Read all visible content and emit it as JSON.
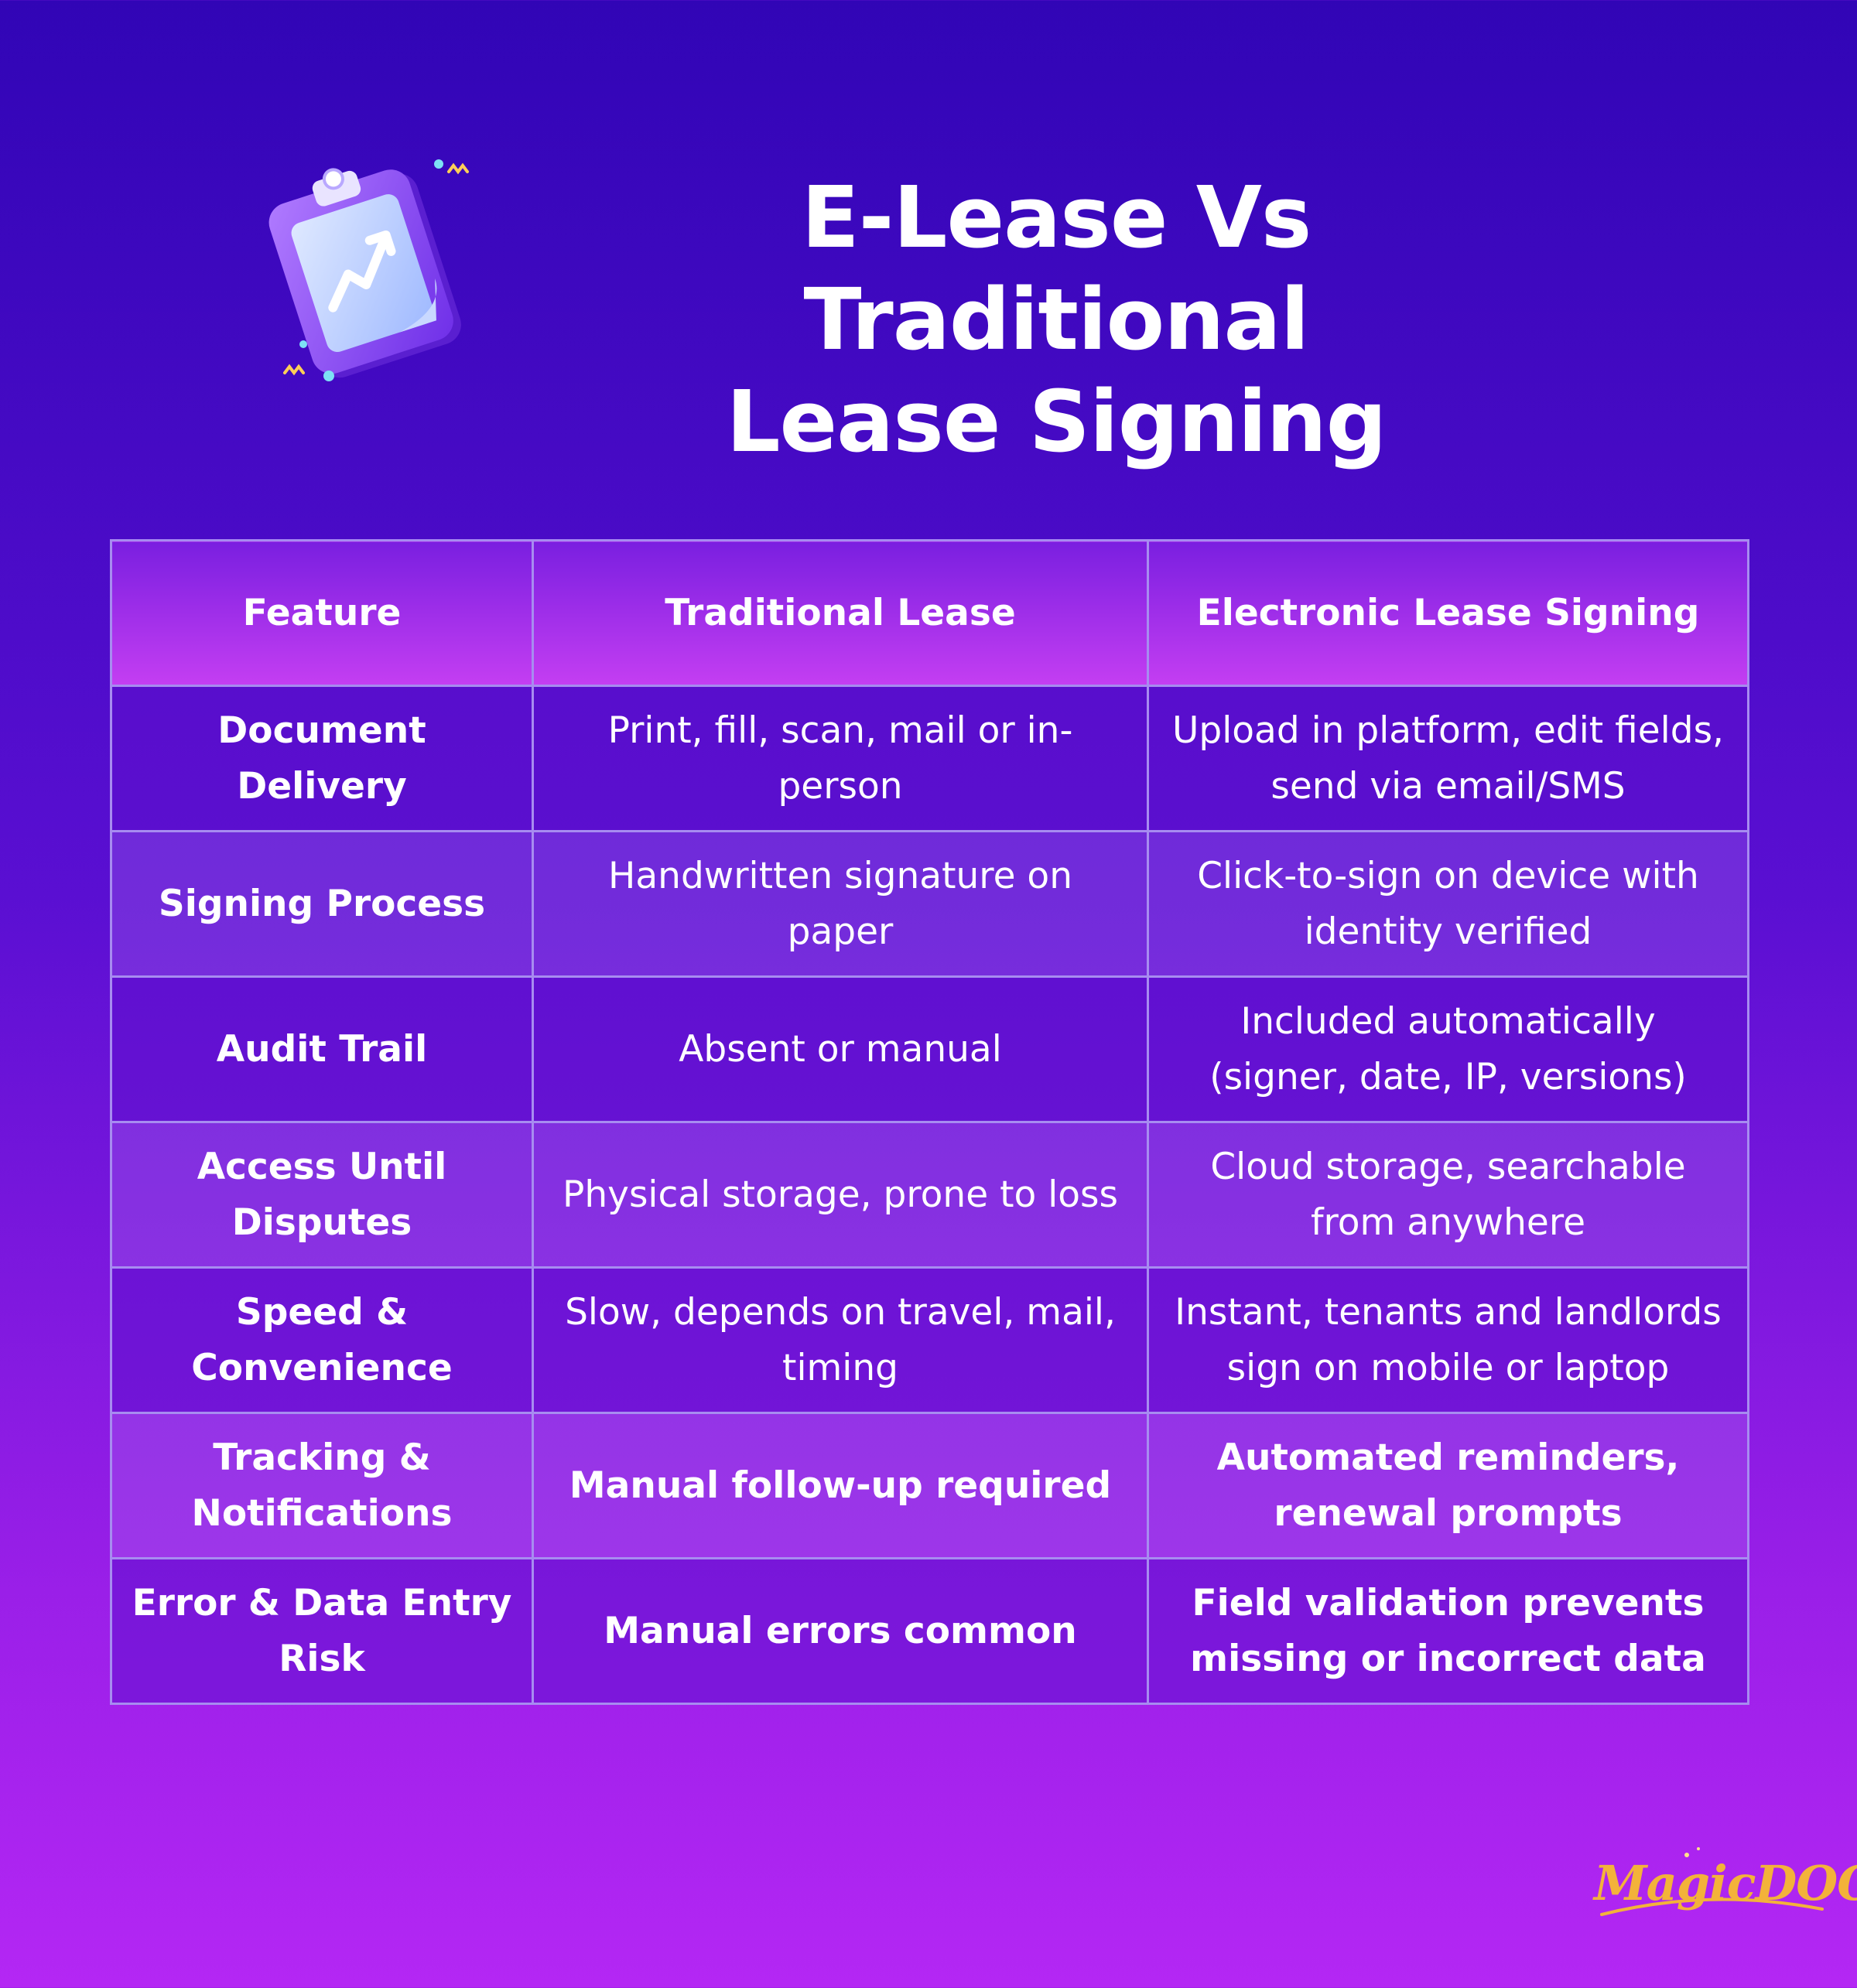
{
  "title": {
    "line1": "E-Lease Vs Traditional",
    "line2": "Lease Signing"
  },
  "icons": {
    "clipboard": "clipboard-chart-icon",
    "sparkles": "sparkle-icon"
  },
  "table": {
    "headers": [
      "Feature",
      "Traditional Lease",
      "Electronic Lease Signing"
    ],
    "rows": [
      {
        "feature": "Document Delivery",
        "traditional": "Print, fill, scan, mail or in-person",
        "electronic": "Upload in platform, edit fields, send via email/SMS"
      },
      {
        "feature": "Signing Process",
        "traditional": "Handwritten signature on paper",
        "electronic": "Click-to-sign on device with identity verified"
      },
      {
        "feature": "Audit Trail",
        "traditional": "Absent or manual",
        "electronic": "Included automatically (signer, date, IP, versions)"
      },
      {
        "feature": "Access Until Disputes",
        "traditional": "Physical storage, prone to loss",
        "electronic": "Cloud storage, searchable from anywhere"
      },
      {
        "feature": "Speed & Convenience",
        "traditional": "Slow, depends on travel, mail, timing",
        "electronic": "Instant, tenants and landlords sign on mobile or laptop"
      },
      {
        "feature": "Tracking & Notifications",
        "traditional": "Manual follow-up required",
        "electronic": "Automated reminders, renewal prompts"
      },
      {
        "feature": "Error & Data Entry Risk",
        "traditional": "Manual errors common",
        "electronic": "Field validation prevents missing or incorrect data"
      }
    ]
  },
  "logo": {
    "text": "MagicDOOR"
  },
  "colors": {
    "background_top": "#3105b6",
    "background_bottom": "#b427f4",
    "header_row": "#c43ef2",
    "grid_line": "#a78cf0",
    "logo": "#f3b23a"
  }
}
